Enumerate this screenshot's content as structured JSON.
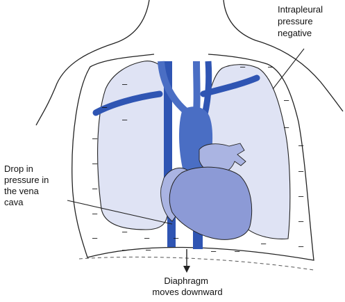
{
  "labels": {
    "intrapleural": [
      "Intrapleural",
      "pressure",
      "negative"
    ],
    "vena_cava": [
      "Drop in",
      "pressure in",
      "the vena",
      "cava"
    ],
    "diaphragm": [
      "Diaphragm",
      "moves downward"
    ]
  },
  "symbols": {
    "negative_sign": "–"
  },
  "colors": {
    "vessel_dark": "#2f55b3",
    "vessel_mid": "#4a6ec4",
    "heart_fill": "#8c9ad6",
    "atrium_fill": "#aab4e2",
    "lung_fill": "#dfe3f4",
    "outline": "#222222"
  }
}
